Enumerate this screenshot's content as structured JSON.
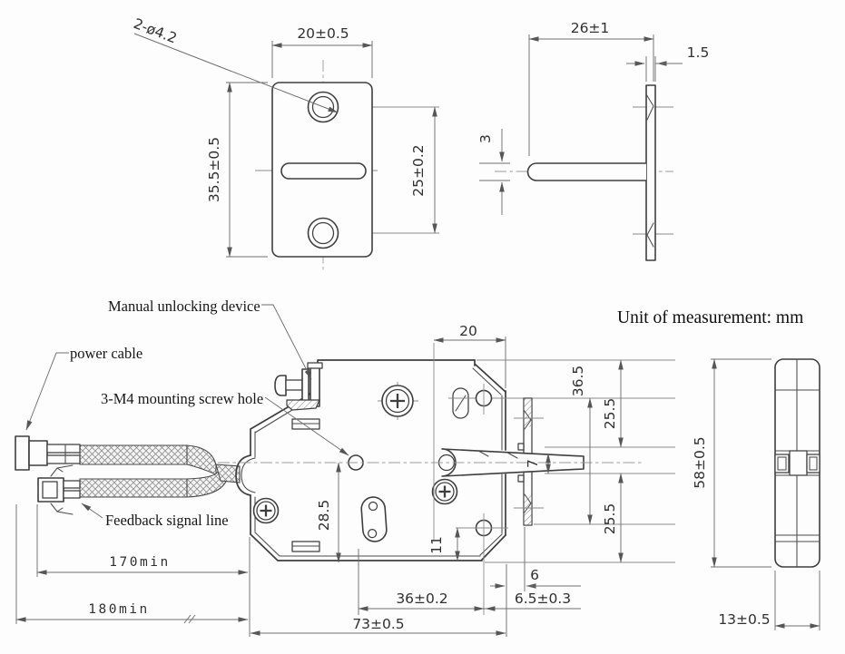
{
  "unit_note": "Unit of measurement: mm",
  "callouts": {
    "manual_unlock": "Manual unlocking device",
    "power_cable": "power cable",
    "mounting_hole": "3-M4 mounting screw hole",
    "feedback_line": "Feedback signal line"
  },
  "plate_front": {
    "hole_callout": "2-ø4.2",
    "width": "20±0.5",
    "height": "35.5±0.5",
    "hole_pitch": "25±0.2"
  },
  "plate_side": {
    "width": "26±1",
    "thickness": "1.5",
    "tongue_thickness": "3"
  },
  "lock_front": {
    "top_width": "20",
    "striker_height": "36.5",
    "upper_offset": "25.5",
    "tongue_height": "7",
    "lower_offset": "25.5",
    "center_height": "28.5",
    "hole_offset": "11",
    "gap": "6",
    "hole_span": "36±0.2",
    "edge_offset": "6.5±0.3",
    "body_width": "73±0.5",
    "cable_min_length": "170min",
    "overall_min_length": "180min"
  },
  "lock_side": {
    "height": "58±0.5",
    "depth": "13±0.5"
  }
}
